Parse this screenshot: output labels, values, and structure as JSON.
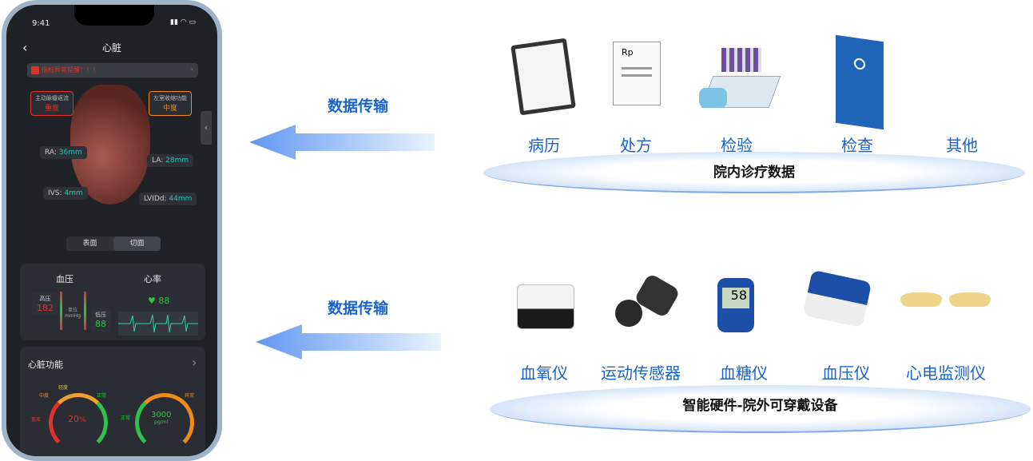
{
  "phone": {
    "time": "9:41",
    "title": "心脏",
    "alert": "指标异常提醒！！！",
    "box_left": {
      "label": "主动脉瓣返流",
      "value": "重度"
    },
    "box_right": {
      "label": "左室收缩功能",
      "value": "中度"
    },
    "tags": [
      {
        "k": "RA:",
        "v": "36mm"
      },
      {
        "k": "LA:",
        "v": "28mm"
      },
      {
        "k": "IVS:",
        "v": "4mm"
      },
      {
        "k": "LVIDd:",
        "v": "44mm"
      }
    ],
    "seg": [
      "表面",
      "切面"
    ],
    "bp": {
      "title": "血压",
      "high_label": "高压",
      "high": "182",
      "unit_label": "单位",
      "unit": "mmHg",
      "low_label": "低压",
      "low": "88"
    },
    "hr": {
      "title": "心率",
      "value": "88"
    },
    "func": {
      "title": "心脏功能",
      "g1": {
        "levels": [
          "重度",
          "中度",
          "轻度",
          "正常"
        ],
        "value": "20",
        "unit": "%"
      },
      "g2": {
        "levels": [
          "正常",
          "异常"
        ],
        "value": "3000",
        "unit": "pg/ml"
      }
    }
  },
  "transfer_label": "数据传输",
  "hospital": {
    "title": "院内诊疗数据",
    "items": [
      "病历",
      "处方",
      "检验",
      "检查",
      "其他"
    ],
    "rx": "Rp"
  },
  "wearable": {
    "title": "智能硬件-院外可穿戴设备",
    "items": [
      "血氧仪",
      "运动传感器",
      "血糖仪",
      "血压仪",
      "心电监测仪"
    ],
    "glucose": "58"
  }
}
